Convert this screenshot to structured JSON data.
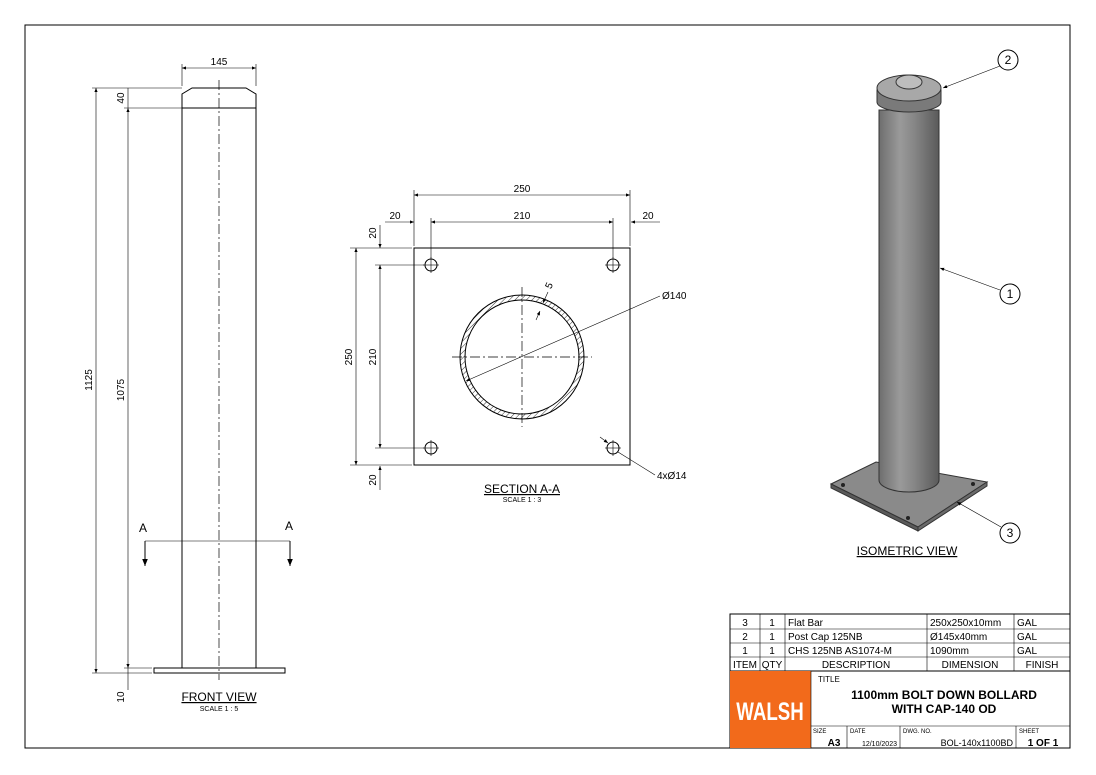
{
  "front_view": {
    "label": "FRONT VIEW",
    "scale": "SCALE 1 : 5",
    "dims": {
      "width": "145",
      "cap": "40",
      "overall": "1125",
      "tube": "1075",
      "plate": "10"
    },
    "section_marker": "A"
  },
  "section_view": {
    "label": "SECTION A-A",
    "scale": "SCALE 1 : 3",
    "dims": {
      "plate_w": "250",
      "hole_w": "210",
      "edge_l": "20",
      "edge_r": "20",
      "plate_h": "250",
      "hole_h": "210",
      "edge_t": "20",
      "edge_b": "20",
      "wall": "5",
      "diameter": "Ø140",
      "holes": "4xØ14"
    }
  },
  "iso_view": {
    "label": "ISOMETRIC VIEW",
    "balloons": [
      "1",
      "2",
      "3"
    ]
  },
  "bom": {
    "headers": [
      "ITEM",
      "QTY",
      "DESCRIPTION",
      "DIMENSION",
      "FINISH"
    ],
    "rows": [
      [
        "3",
        "1",
        "Flat Bar",
        "250x250x10mm",
        "GAL"
      ],
      [
        "2",
        "1",
        "Post Cap 125NB",
        "Ø145x40mm",
        "GAL"
      ],
      [
        "1",
        "1",
        "CHS 125NB AS1074-M",
        "1090mm",
        "GAL"
      ]
    ]
  },
  "title_block": {
    "logo": "WALSH",
    "logo_color": "#f26a1b",
    "title_label": "TITLE",
    "title_line1": "1100mm BOLT DOWN BOLLARD",
    "title_line2": "WITH CAP-140 OD",
    "size_label": "SIZE",
    "size": "A3",
    "date_label": "DATE",
    "date": "12/10/2023",
    "dwg_label": "DWG. NO.",
    "dwg_no": "BOL-140x1100BD",
    "sheet_label": "SHEET",
    "sheet": "1 OF 1"
  }
}
